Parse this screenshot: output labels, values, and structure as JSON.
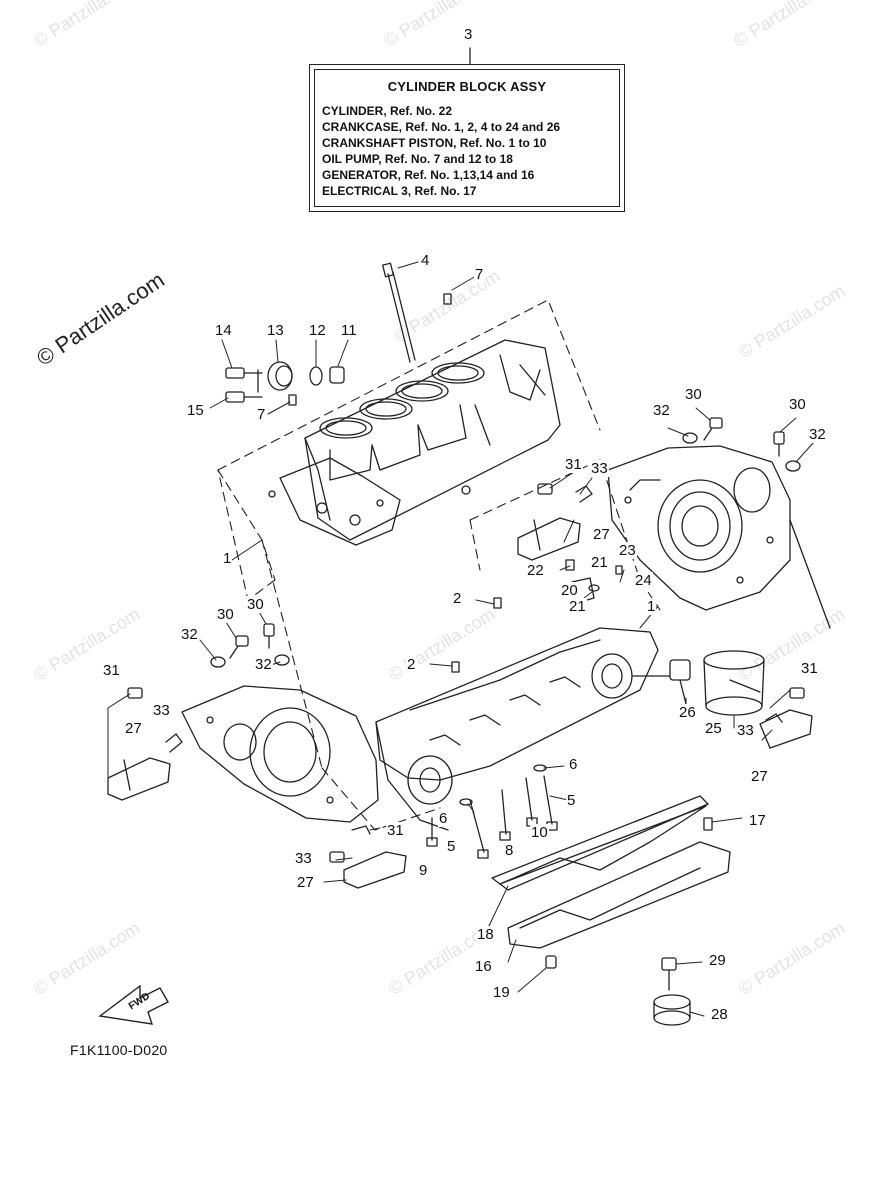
{
  "watermark": "© Partzilla.com",
  "watermark_main": "© Partzilla.com",
  "assembly_callout": "3",
  "legend": {
    "title": "CYLINDER BLOCK ASSY",
    "lines": [
      "CYLINDER, Ref. No. 22",
      "CRANKCASE, Ref. No. 1, 2, 4 to 24 and 26",
      "CRANKSHAFT PISTON,  Ref. No. 1 to 10",
      "OIL PUMP, Ref. No. 7 and 12 to 18",
      "GENERATOR,  Ref. No. 1,13,14 and 16",
      "ELECTRICAL 3, Ref. No. 17"
    ]
  },
  "direction_arrow": "FWD",
  "diagram_code": "F1K1100-D020",
  "callouts": [
    "4",
    "7",
    "14",
    "13",
    "12",
    "11",
    "15",
    "7",
    "30",
    "30",
    "32",
    "32",
    "31",
    "33",
    "27",
    "1",
    "22",
    "21",
    "20",
    "23",
    "21",
    "24",
    "2",
    "1",
    "30",
    "30",
    "32",
    "32",
    "2",
    "31",
    "33",
    "27",
    "26",
    "25",
    "31",
    "33",
    "27",
    "6",
    "6",
    "5",
    "5",
    "10",
    "8",
    "17",
    "9",
    "31",
    "33",
    "27",
    "18",
    "16",
    "19",
    "29",
    "28"
  ]
}
